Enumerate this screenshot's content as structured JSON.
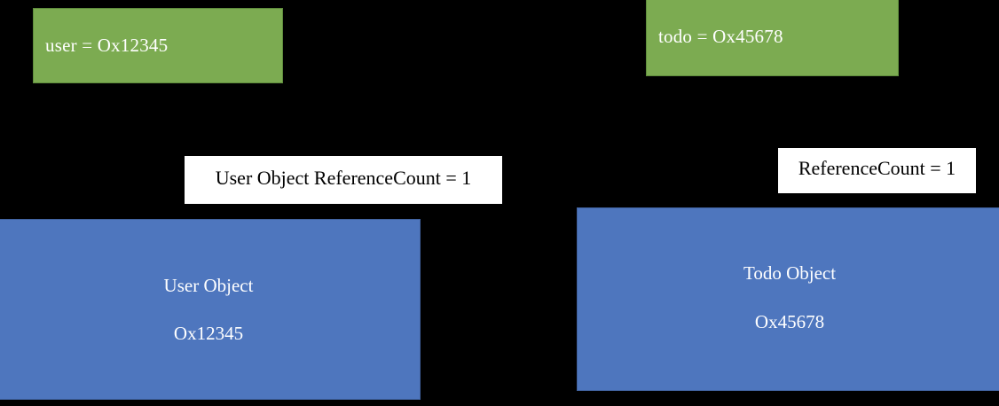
{
  "diagram": {
    "background_color": "#000000",
    "pointer_box_color": "#7CAB51",
    "object_box_color": "#4E76BE",
    "note_box_color": "#FFFFFF",
    "pointers": [
      {
        "id": "user",
        "label": "user = Ox12345"
      },
      {
        "id": "todo",
        "label": "todo = Ox45678"
      }
    ],
    "notes": [
      {
        "id": "user-ref",
        "label": "User Object ReferenceCount = 1"
      },
      {
        "id": "todo-ref",
        "label": "ReferenceCount = 1"
      }
    ],
    "objects": [
      {
        "id": "user",
        "title": "User Object",
        "address": "Ox12345"
      },
      {
        "id": "todo",
        "title": "Todo Object",
        "address": "Ox45678"
      }
    ]
  }
}
